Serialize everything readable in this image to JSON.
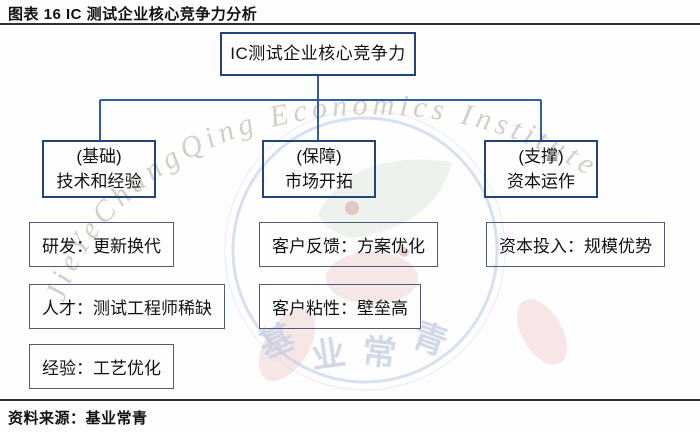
{
  "header": {
    "title": "图表 16 IC 测试企业核心竞争力分析"
  },
  "footer": {
    "source": "资料来源：基业常青"
  },
  "diagram": {
    "root": "IC测试企业核心竞争力",
    "branches": [
      {
        "tag": "(基础)",
        "label": "技术和经验",
        "items": [
          "研发：更新换代",
          "人才：测试工程师稀缺",
          "经验：工艺优化"
        ]
      },
      {
        "tag": "(保障)",
        "label": "市场开拓",
        "items": [
          "客户反馈：方案优化",
          "客户粘性：壁垒高"
        ]
      },
      {
        "tag": "(支撑)",
        "label": "资本运作",
        "items": [
          "资本投入：规模优势"
        ]
      }
    ]
  },
  "watermark": {
    "arc_text": "JieYeChangQing Economics Institute",
    "seal_chars": [
      "基",
      "业",
      "常",
      "青"
    ]
  },
  "colors": {
    "node_border": "#24427c",
    "connector": "#2f5da9",
    "leaf_border": "#4d5b7e",
    "rule": "#2f2f2f",
    "watermark_ring": "#b7c7e2",
    "watermark_arc_text": "#cdc7ba",
    "watermark_seal_text": "#c6d1e2",
    "watermark_pink": "#eabfbf"
  }
}
